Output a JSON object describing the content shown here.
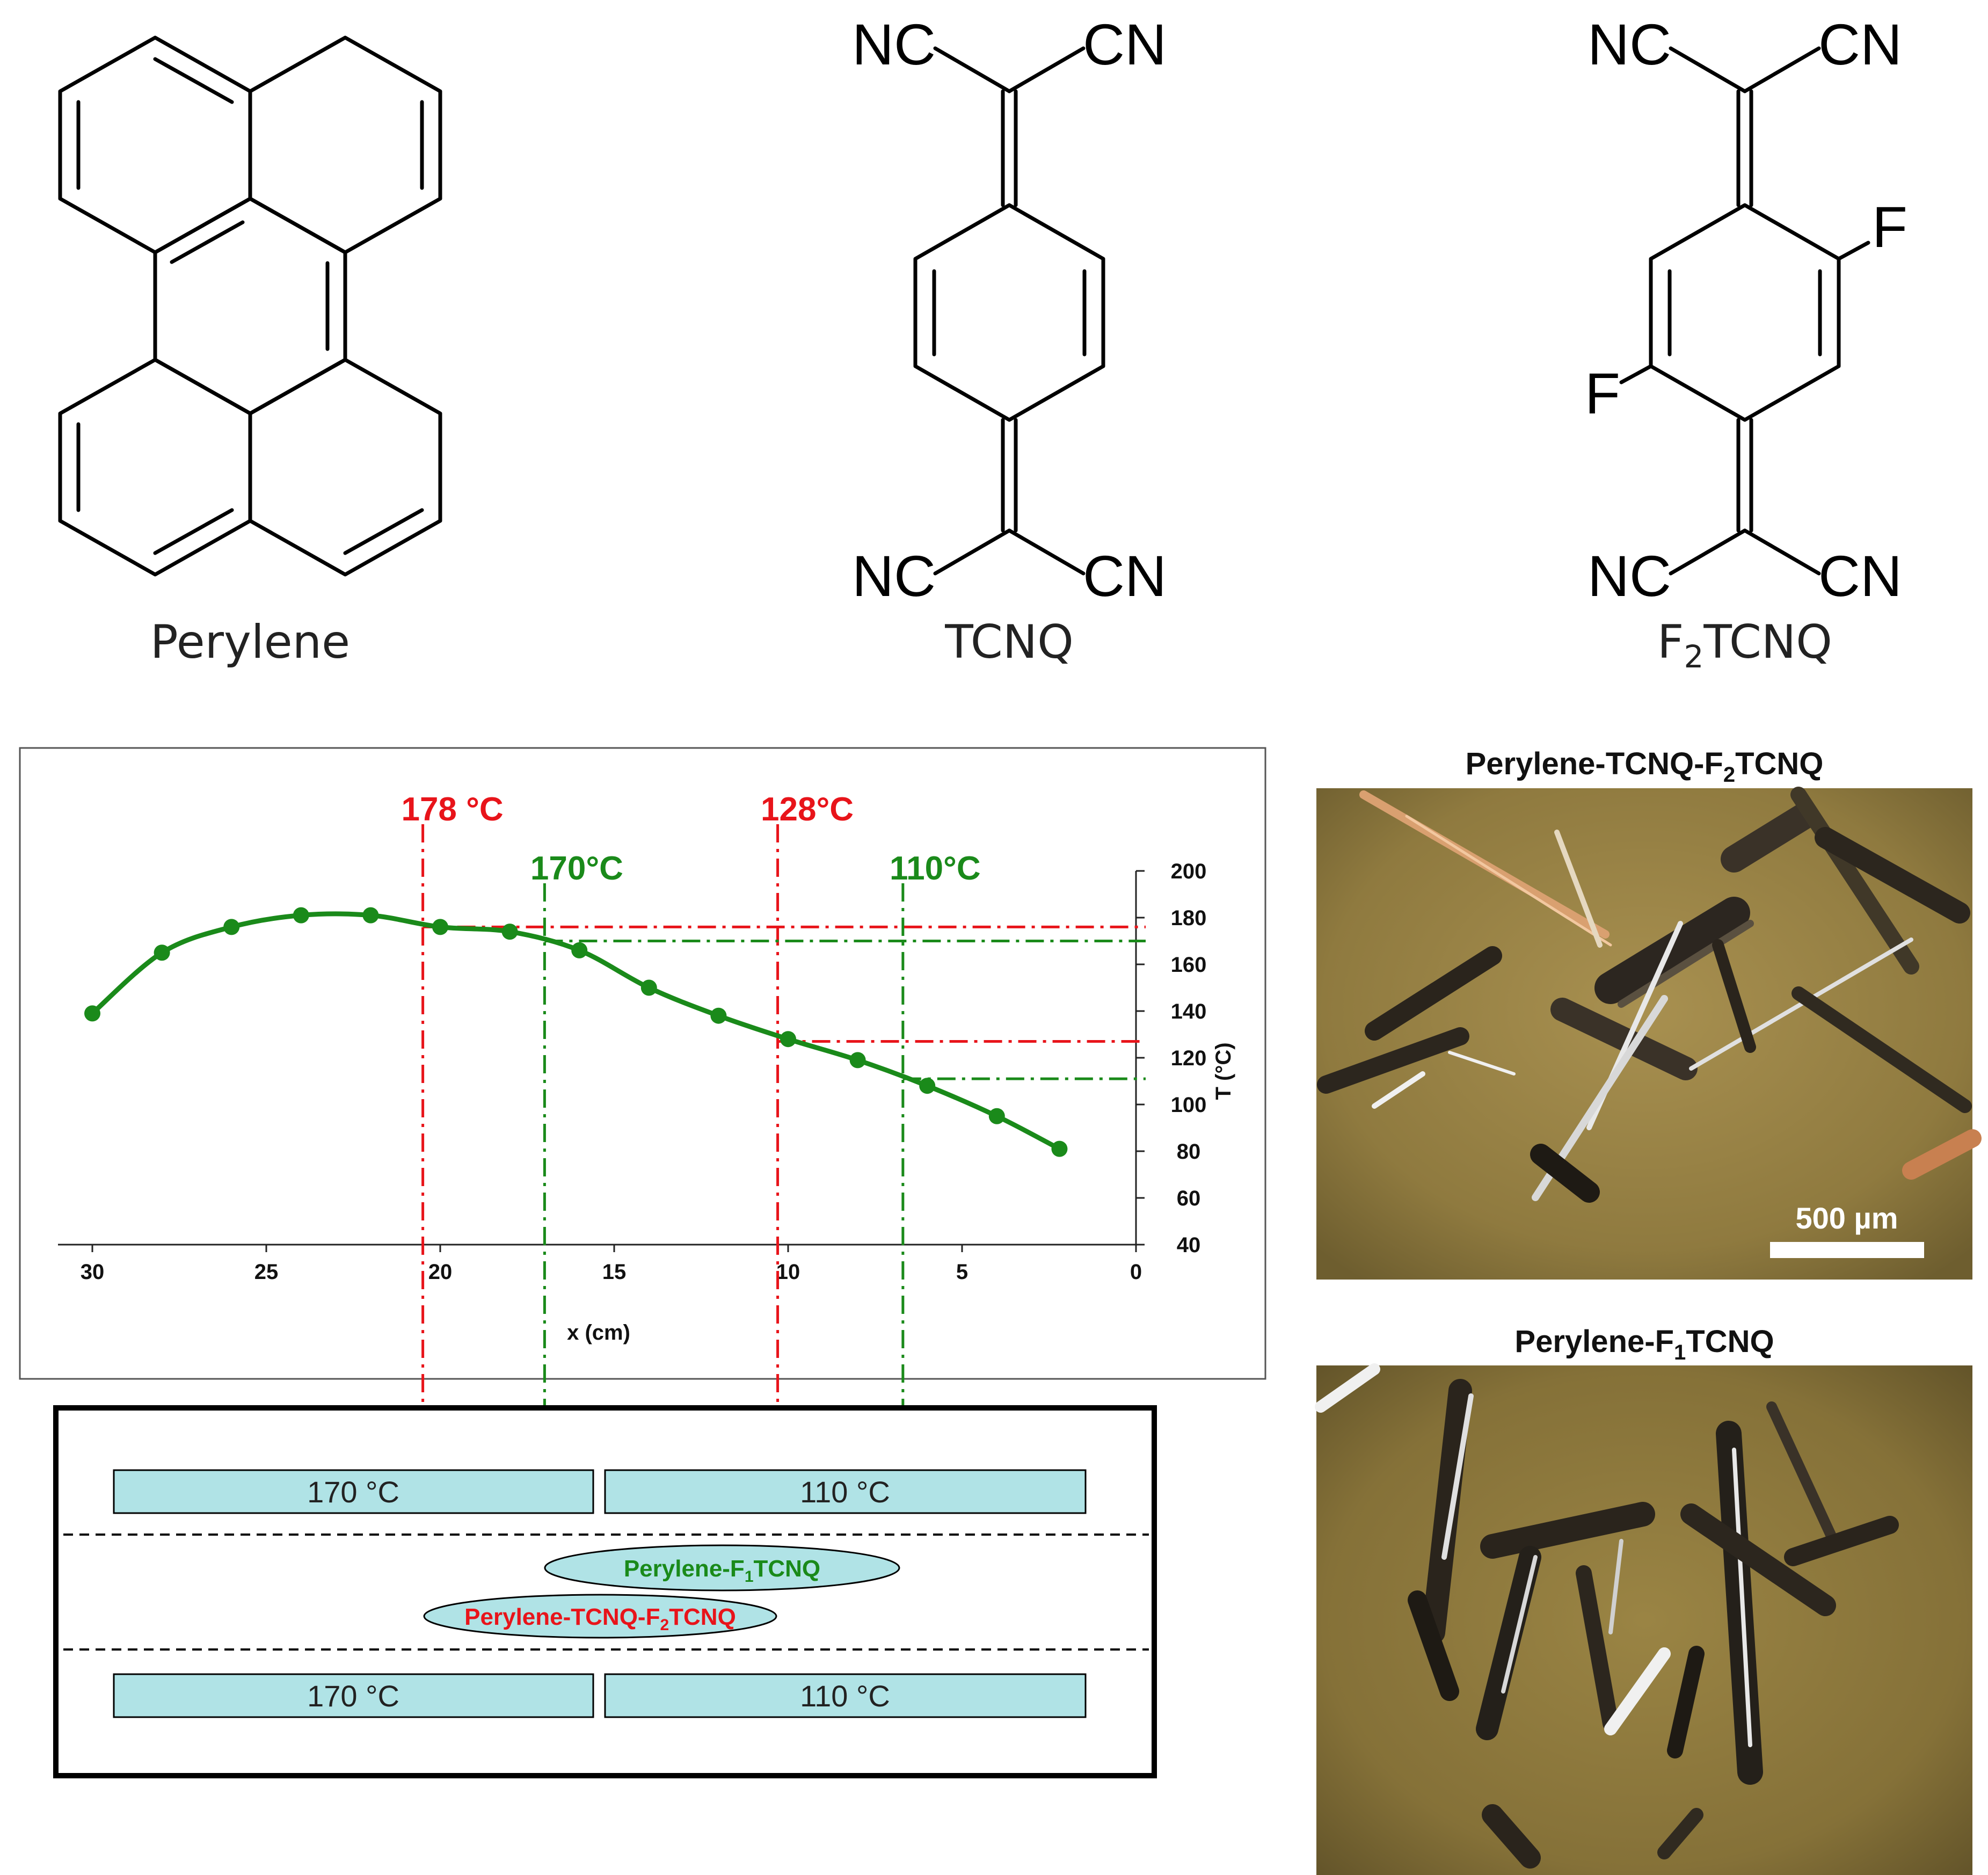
{
  "molecules": [
    {
      "name": "Perylene"
    },
    {
      "name_prefix": "TCNQ",
      "groups": {
        "top_left": "NC",
        "top_right": "CN",
        "bottom_left": "NC",
        "bottom_right": "CN"
      }
    },
    {
      "name_prefix": "F",
      "name_sub": "2",
      "name_suffix": "TCNQ",
      "groups": {
        "top_left": "NC",
        "top_right": "CN",
        "bottom_left": "NC",
        "bottom_right": "CN",
        "fluorine_1": "F",
        "fluorine_2": "F"
      }
    }
  ],
  "chart_data": {
    "type": "line",
    "xlabel": "x (cm)",
    "ylabel": "T (°C)",
    "x_reversed": true,
    "xlim": [
      0,
      31
    ],
    "ylim": [
      40,
      200
    ],
    "xticks": [
      "30",
      "25",
      "20",
      "15",
      "10",
      "5",
      "0"
    ],
    "yticks": [
      "200",
      "180",
      "160",
      "140",
      "120",
      "100",
      "80",
      "60",
      "40"
    ],
    "series": [
      {
        "color": "#1a8a1a",
        "x": [
          30,
          28,
          26,
          24,
          22,
          20,
          18,
          16,
          14,
          12,
          10,
          8,
          6,
          4,
          2.2
        ],
        "y": [
          139,
          165,
          176,
          181,
          181,
          176,
          174,
          166,
          150,
          138,
          128,
          119,
          108,
          95,
          81
        ]
      }
    ],
    "reference_lines": [
      {
        "label": "178 °C",
        "x": 20.5,
        "T": 176,
        "color": "#e8141a"
      },
      {
        "label": "128°C",
        "x": 10.3,
        "T": 127,
        "color": "#e8141a"
      },
      {
        "label": "170°C",
        "x": 17,
        "T": 170,
        "color": "#1a8a1a"
      },
      {
        "label": "110°C",
        "x": 6.7,
        "T": 111,
        "color": "#1a8a1a"
      }
    ],
    "grid": false
  },
  "furnace": {
    "zones_top": [
      "170 °C",
      "110 °C"
    ],
    "zones_bottom": [
      "170 °C",
      "110 °C"
    ],
    "products": [
      {
        "prefix": "Perylene-F",
        "sub": "1",
        "suffix": "TCNQ",
        "color": "#1a8a1a",
        "x_start": 17,
        "x_end": 6.7
      },
      {
        "prefix": "Perylene-TCNQ-F",
        "sub": "2",
        "suffix": "TCNQ",
        "color": "#e8141a",
        "x_start": 20.5,
        "x_end": 10.3
      }
    ]
  },
  "photos": [
    {
      "prefix": "Perylene-TCNQ-F",
      "sub": "2",
      "suffix": "TCNQ",
      "scale_bar": "500 µm"
    },
    {
      "prefix": "Perylene-F",
      "sub": "1",
      "suffix": "TCNQ"
    }
  ],
  "colors": {
    "red": "#e8141a",
    "green": "#1a8a1a",
    "zone_fill": "#b0e3e6",
    "photo_bg": "#8f7a3f"
  }
}
